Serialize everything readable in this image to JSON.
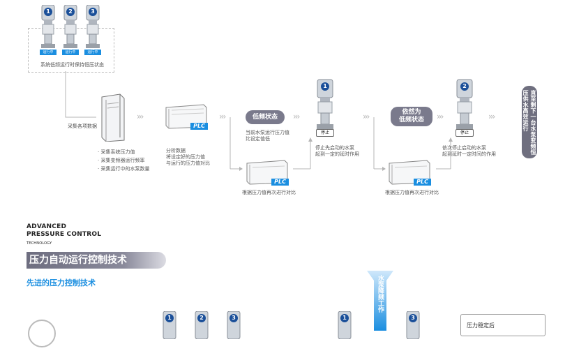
{
  "top_pumps": [
    {
      "number": "1",
      "status": "运行中"
    },
    {
      "number": "2",
      "status": "运行中"
    },
    {
      "number": "3",
      "status": "运行中"
    }
  ],
  "dashed_caption": "系统低频运行时保持恒压状态",
  "collect_label": "采集各项数据",
  "collect_items": [
    "· 采集系统压力值",
    "· 采集变频器运行频率",
    "· 采集运行中的水泵数量"
  ],
  "analyze_lines": [
    "分析数据",
    "将设定好的压力值",
    "与运行的压力值对比"
  ],
  "plc_label": "PLC",
  "low_freq_state": "低频状态",
  "low_freq_note": [
    "当前水泵运行压力值",
    "比设定值低"
  ],
  "pump1": {
    "number": "1",
    "tag": "停止"
  },
  "pump1_note": [
    "停止先启动的水泵",
    "起到一定的延时作用"
  ],
  "recompare_label": "根据压力值再次进行对比",
  "still_state": [
    "依然为",
    "低频状态"
  ],
  "pump2": {
    "number": "2",
    "tag": "停止"
  },
  "pump2_note": [
    "依次停止启动的水泵",
    "起到延时一定时间的作用"
  ],
  "final_state": "直至剩下一台水泵变频恒压供水高效运行",
  "section_en": [
    "ADVANCED",
    "PRESSURE CONTROL",
    "TECHNOLOGY"
  ],
  "section_title": "压力自动运行控制技术",
  "section_subtitle": "先进的压力控制技术",
  "bottom_pumps_left": [
    "1",
    "2",
    "3"
  ],
  "bottom_pumps_right": [
    "1",
    "3"
  ],
  "arrow_text": "水泵降频工作",
  "stable_label": "压力稳定后",
  "colors": {
    "accent_blue": "#1a8ee0",
    "pump_blue": "#1a4f99",
    "pill_gray": "#7a7a8c"
  }
}
